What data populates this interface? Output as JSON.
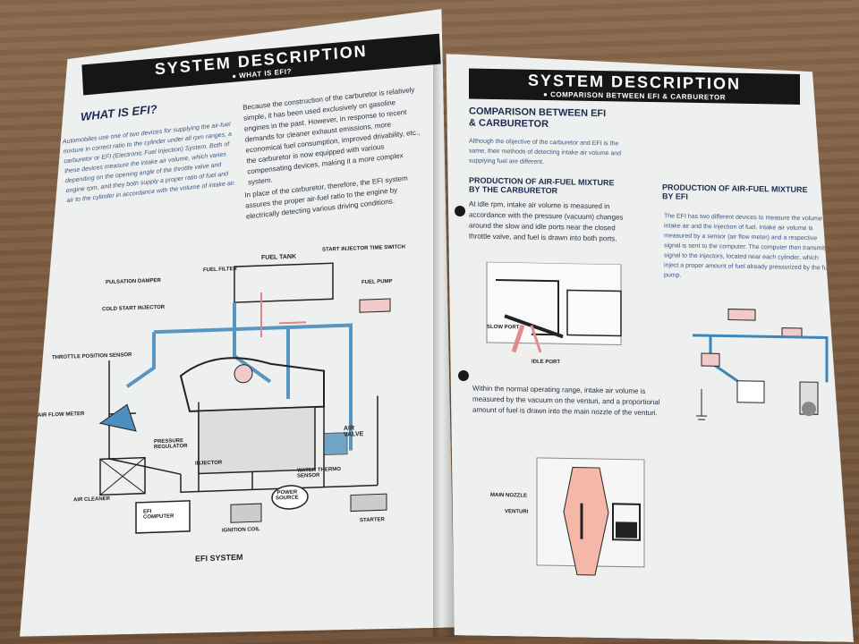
{
  "left_page": {
    "banner_title": "SYSTEM DESCRIPTION",
    "banner_sub": "WHAT IS EFI?",
    "heading": "WHAT IS EFI?",
    "col1": "Automobiles use one of two devices for supplying the air-fuel mixture in correct ratio to the cylinder under all rpm ranges, a carburetor or EFI (Electronic Fuel Injection) System. Both of these devices measure the intake air volume, which varies depending on the opening angle of the throttle valve and engine rpm, and they both supply a proper ratio of fuel and air to the cylinder in accordance with the volume of intake air.",
    "col2_p1": "Because the construction of the carburetor is relatively simple, it has been used exclusively on gasoline engines in the past. However, in response to recent demands for cleaner exhaust emissions, more economical fuel consumption, improved drivability, etc., the carburetor is now equipped with various compensating devices, making it a more complex system.",
    "col2_p2": "In place of the carburetor, therefore, the EFI system assures the proper air-fuel ratio to the engine by electrically detecting various driving conditions.",
    "labels": {
      "fuel_tank": "FUEL TANK",
      "fuel_filter": "FUEL FILTER",
      "start_injector_time_switch": "START INJECTOR TIME SWITCH",
      "pulsation_damper": "PULSATION DAMPER",
      "fuel_pump": "FUEL PUMP",
      "cold_start_injector": "COLD START INJECTOR",
      "throttle_position_sensor": "THROTTLE POSITION SENSOR",
      "air_flow_meter": "AIR FLOW METER",
      "pressure_regulator": "PRESSURE\nREGULATOR",
      "air_valve": "AIR\nVALVE",
      "injector": "INJECTOR",
      "water_thermo_sensor": "WATER THERMO\nSENSOR",
      "air_cleaner": "AIR CLEANER",
      "power_source": "POWER\nSOURCE",
      "efi_computer": "EFI\nCOMPUTER",
      "ignition_coil": "IGNITION COIL",
      "starter": "STARTER"
    },
    "caption": "EFI SYSTEM"
  },
  "right_page": {
    "banner_title": "SYSTEM DESCRIPTION",
    "banner_sub": "COMPARISON BETWEEN EFI & CARBURETOR",
    "heading": "COMPARISON BETWEEN EFI\n& CARBURETOR",
    "intro": "Although the objective of the carburetor and EFI is the same, their methods of detecting intake air volume and supplying fuel are different.",
    "left_heading": "PRODUCTION OF AIR-FUEL MIXTURE\nBY THE CARBURETOR",
    "left_p1": "At idle rpm, intake air volume is measured in accordance with the pressure (vacuum) changes around the slow and idle ports near the closed throttle valve, and fuel is drawn into both ports.",
    "left_p2": "Within the normal operating range, intake air volume is measured by the vacuum on the venturi, and a proportional amount of fuel is drawn into the main nozzle of the venturi.",
    "right_heading": "PRODUCTION OF AIR-FUEL MIXTURE\nBY EFI",
    "right_p1": "The EFI has two different devices to measure the volume of intake air and the injection of fuel. Intake air volume is measured by a sensor (air flow meter) and a respective signal is sent to the computer. The computer then transmits a signal to the injectors, located near each cylinder, which inject a proper amount of fuel already pressurized by the fuel pump.",
    "labels": {
      "slow_port": "SLOW PORT",
      "idle_port": "IDLE PORT",
      "main_nozzle": "MAIN NOZZLE",
      "venturi": "VENTURI"
    }
  }
}
